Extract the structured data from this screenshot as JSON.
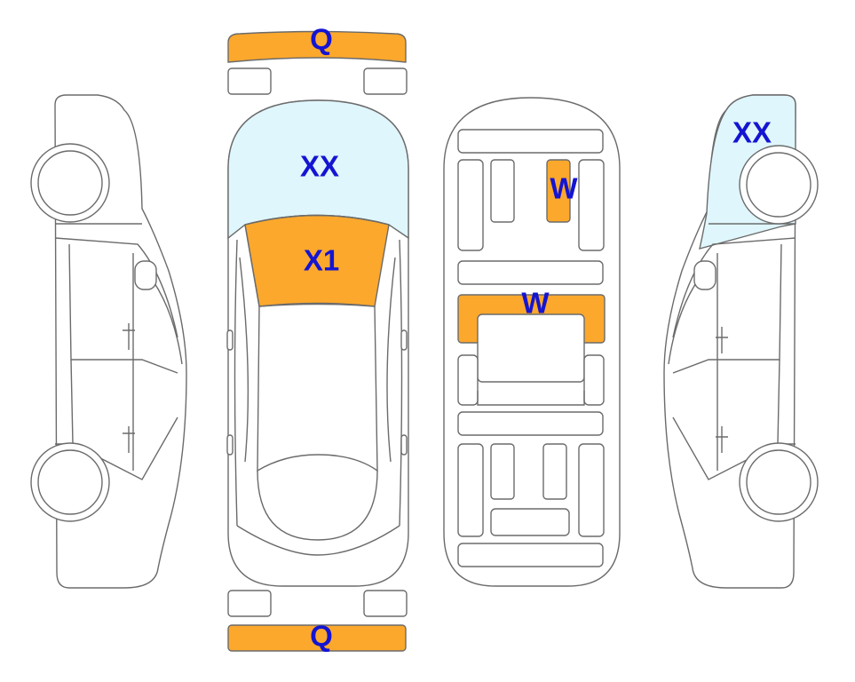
{
  "colors": {
    "damage_orange": "#fca82c",
    "glass_blue": "#dff6fc",
    "label_blue": "#1414d2",
    "outline_gray": "#6b6b6b"
  },
  "markers": {
    "front_bumper": "Q",
    "rear_bumper": "Q",
    "windshield": "XX",
    "hood": "X1",
    "interior_seat": "W",
    "interior_row": "W",
    "right_side_glass": "XX"
  }
}
